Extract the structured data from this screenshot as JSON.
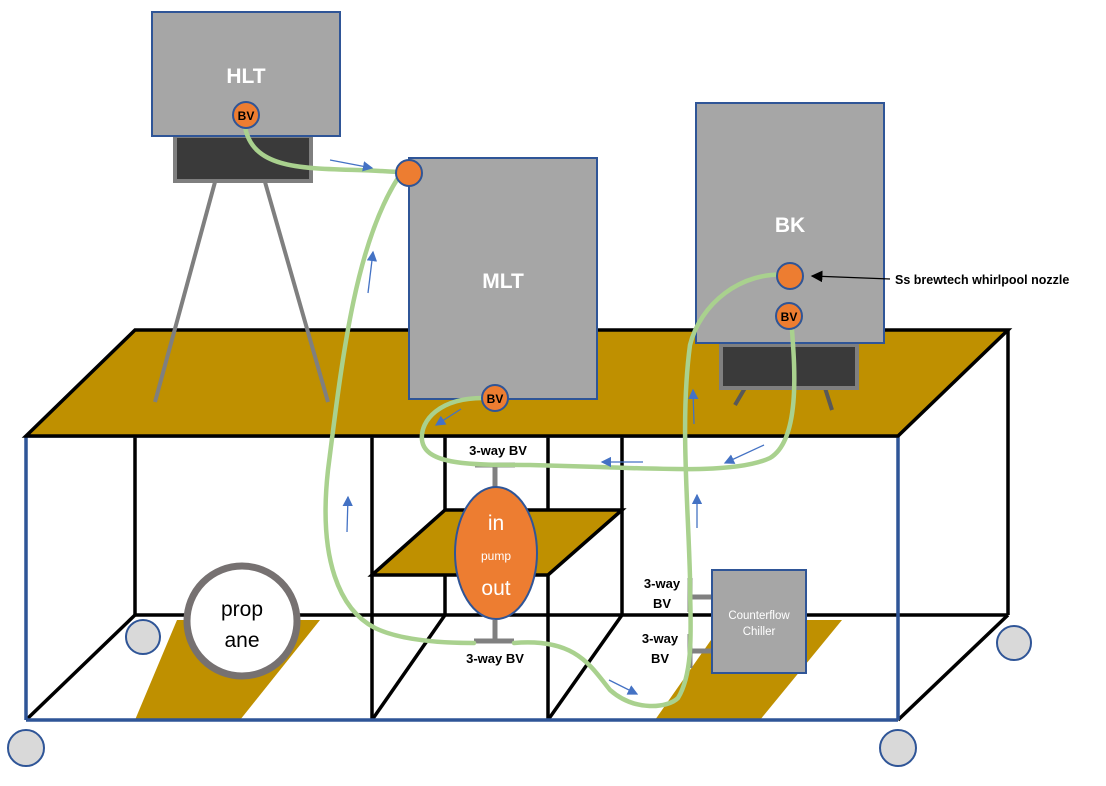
{
  "vessels": {
    "hlt": "HLT",
    "mlt": "MLT",
    "bk": "BK"
  },
  "valves": {
    "bv": "BV",
    "three_way": "3-way BV",
    "three_way_line1": "3-way",
    "three_way_line2": "BV"
  },
  "pump": {
    "in": "in",
    "label": "pump",
    "out": "out"
  },
  "chiller": {
    "line1": "Counterflow",
    "line2": "Chiller"
  },
  "propane": {
    "line1": "prop",
    "line2": "ane"
  },
  "annotation": {
    "whirlpool": "Ss brewtech whirlpool nozzle"
  },
  "colors": {
    "vessel_fill": "#a6a6a6",
    "vessel_border": "#2f5597",
    "valve_orange": "#ed7d31",
    "hose_green": "#a9d18e",
    "table_top": "#bf9000",
    "burner_dark": "#3a3a3a",
    "frame_blue": "#2f5597",
    "arrow_blue": "#4472c4"
  }
}
